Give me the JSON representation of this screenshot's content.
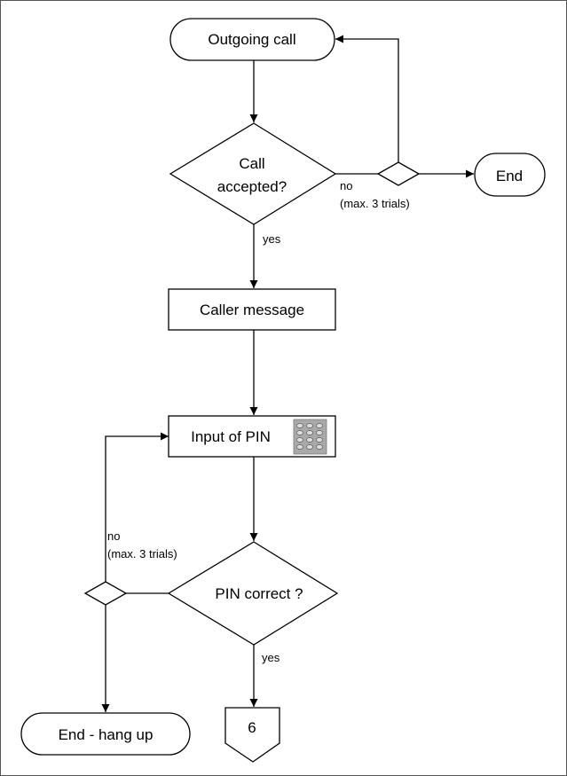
{
  "nodes": {
    "start": {
      "label": "Outgoing call"
    },
    "decision_accepted": {
      "line1": "Call",
      "line2": "accepted?"
    },
    "end_top": {
      "label": "End"
    },
    "caller_message": {
      "label": "Caller message"
    },
    "input_pin": {
      "label": "Input of PIN"
    },
    "decision_pin": {
      "label": "PIN correct ?"
    },
    "end_hangup": {
      "label": "End - hang up"
    },
    "connector": {
      "label": "6"
    }
  },
  "edges": {
    "accepted_no": {
      "line1": "no",
      "line2": "(max. 3 trials)"
    },
    "accepted_yes": {
      "label": "yes"
    },
    "pin_no": {
      "line1": "no",
      "line2": "(max. 3 trials)"
    },
    "pin_yes": {
      "label": "yes"
    }
  },
  "icons": {
    "keypad": "keypad-icon"
  },
  "colors": {
    "stroke": "#000000",
    "fill": "#ffffff",
    "frame": "#555555",
    "keypad": "#a9a9a9"
  }
}
